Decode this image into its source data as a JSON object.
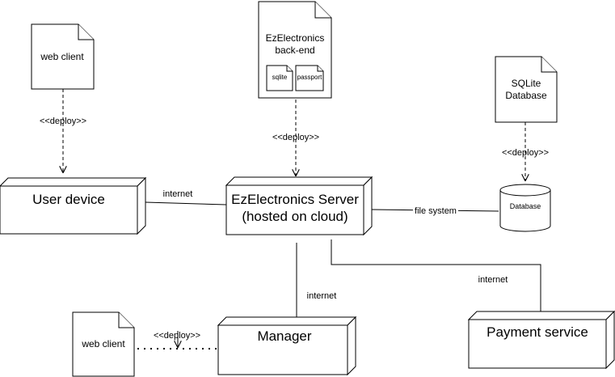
{
  "artifacts": {
    "web_client_top": "web client",
    "backend_line1": "EzElectronics",
    "backend_line2": "back-end",
    "backend_sqlite": "sqlite",
    "backend_passport": "passport",
    "sqlite_db_line1": "SQLite",
    "sqlite_db_line2": "Database",
    "web_client_bottom": "web client"
  },
  "nodes": {
    "user_device": "User device",
    "server_line1": "EzElectronics Server",
    "server_line2": "(hosted on cloud)",
    "database": "Database",
    "manager": "Manager",
    "payment": "Payment service"
  },
  "connections": {
    "deploy_1": "<<deploy>>",
    "deploy_2": "<<deploy>>",
    "deploy_3": "<<deploy>>",
    "deploy_4": "<<deploy>>",
    "internet_user": "internet",
    "file_system": "file system",
    "internet_manager": "internet",
    "internet_payment": "internet"
  },
  "colors": {
    "stroke": "#000000",
    "fill": "#ffffff"
  }
}
